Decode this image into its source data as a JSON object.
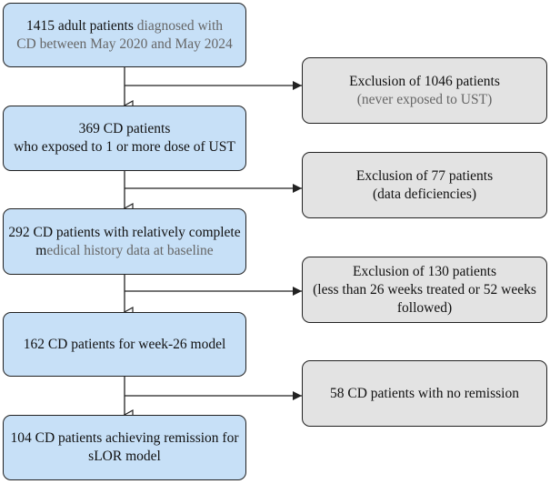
{
  "main_boxes": [
    {
      "line1_dark": "1415 adult patients",
      "line1_grey": " diagnosed with",
      "line2": "CD between May 2020 and May 2024"
    },
    {
      "line1": "369 CD patients",
      "line2": "who exposed to 1 or more dose of UST"
    },
    {
      "line1": "292 CD patients with relatively complete",
      "line2_dark": "m",
      "line2_grey": "edical history data at baseline"
    },
    {
      "line1": "162 CD patients for week-26 model"
    },
    {
      "line1": "104 CD patients achieving remission for",
      "line2": "sLOR model"
    }
  ],
  "exclusion_boxes": [
    {
      "line1": "Exclusion of 1046 patients",
      "line2": "(never exposed to UST)"
    },
    {
      "line1": "Exclusion of 77 patients",
      "line2": "(data deficiencies)"
    },
    {
      "line1": "Exclusion of 130 patients",
      "line2": "(less than 26 weeks treated or 52 weeks",
      "line3": "followed)"
    },
    {
      "line1": "58 CD patients with no remission"
    }
  ],
  "colors": {
    "main_fill": "#c7e0f7",
    "exclusion_fill": "#e3e3e3",
    "border": "#222222"
  }
}
